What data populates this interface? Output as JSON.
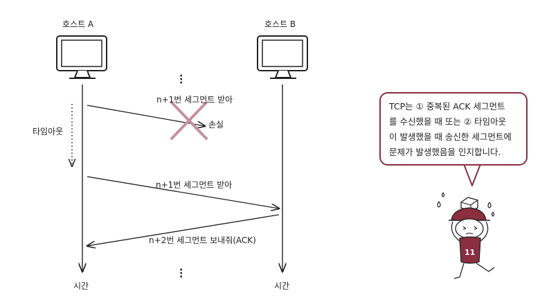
{
  "hosts": {
    "a": {
      "label": "호스트 A"
    },
    "b": {
      "label": "호스트 B"
    }
  },
  "timeline": {
    "label_a": "시간",
    "label_b": "시간"
  },
  "timeout": {
    "label": "타임아웃"
  },
  "messages": {
    "lost_segment": "n+1번 세그먼트 받아",
    "lost": "손실",
    "retransmit": "n+1번 세그먼트 받아",
    "ack": "n+2번 세그먼트 보내줘(ACK)"
  },
  "note": {
    "lines": [
      "TCP는 ① 중복된 ACK 세그먼트",
      "를 수신했을 때 또는 ② 타임아웃",
      "이 발생했을 때 송신한 세그먼트에",
      "문제가 발생했음을 인지합니다."
    ]
  },
  "colors": {
    "accent": "#8b2e3f",
    "cross": "#c4919d",
    "character": "#8b2e3f"
  }
}
